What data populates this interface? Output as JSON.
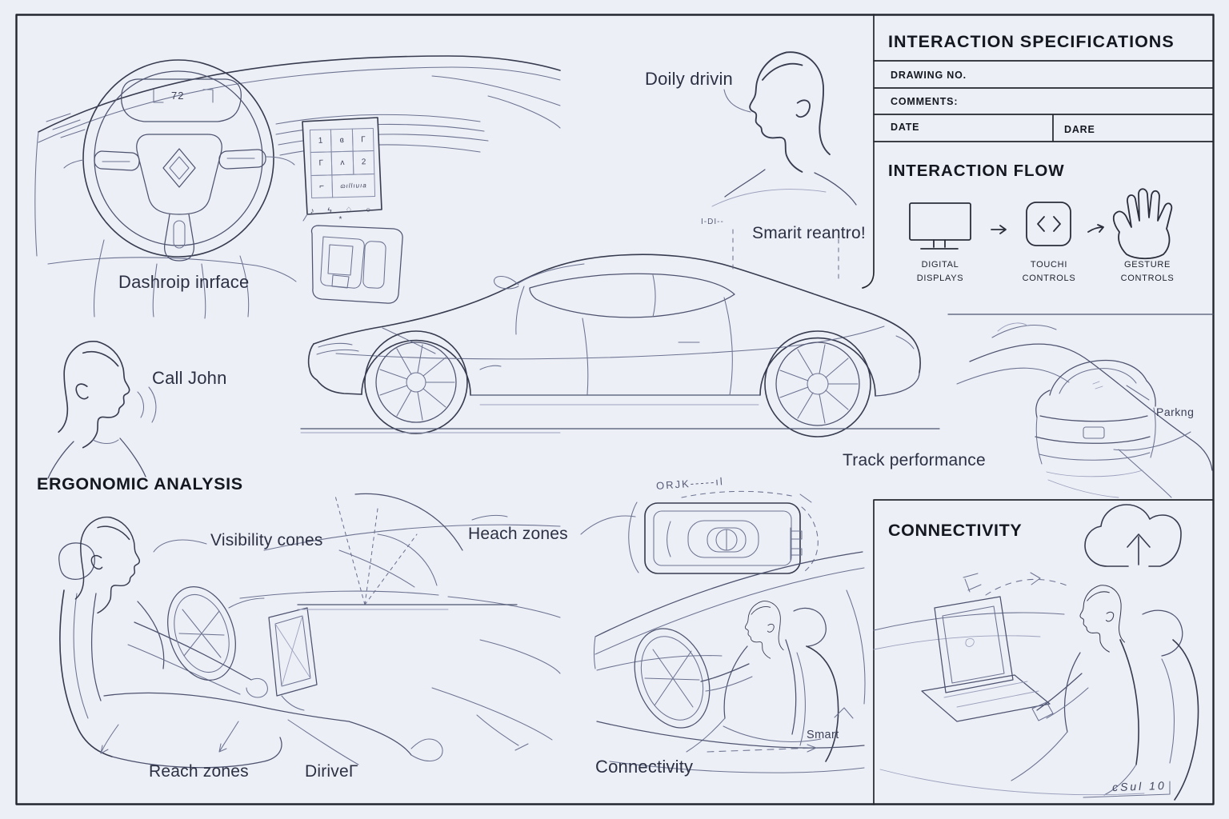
{
  "title_block": {
    "title": "INTERACTION SPECIFICATIONS",
    "drawing_no": "DRAWING NO.",
    "comments": "COMMENTS:",
    "date": "DATE",
    "dare": "DARE"
  },
  "interaction_flow": {
    "heading": "INTERACTION FLOW",
    "steps": [
      {
        "icon": "monitor-icon",
        "label": "DIGITAL\nDISPLAYS"
      },
      {
        "icon": "touch-icon",
        "label": "TOUCHI\nCONTROLS"
      },
      {
        "icon": "hand-icon",
        "label": "GESTURE\nCONTROLS"
      }
    ]
  },
  "cluster": {
    "speed": "72"
  },
  "touchscreen": {
    "cells": [
      "1",
      "ɞ",
      "Γ",
      "Γ",
      "ʌ",
      "2",
      "⌐",
      "ɷıllıuıa"
    ],
    "icon_row": "♪ ϟ ♢ ○ *"
  },
  "labels": {
    "dashboard": "Dashroip inrface",
    "voice_daily": "Doily drivin",
    "voice_call": "Call John",
    "smart_restore": "Smarit reantro!",
    "smart_restore_scribble": "I-DI--",
    "ergonomic_heading": "ERGONOMIC ANALYSIS",
    "visibility": "Visibility cones",
    "reach_fan": "Heach zones",
    "reach_zones": "Reach zones",
    "driver": "DiriveΓ",
    "track": "Track performance",
    "parking": "Parkng",
    "fob_scribble": "ORJK-----ıl",
    "smart": "Smart",
    "connectivity_label": "Connectivity",
    "connectivity_heading": "CONNECTIVITY",
    "signature": "cSul 10"
  }
}
